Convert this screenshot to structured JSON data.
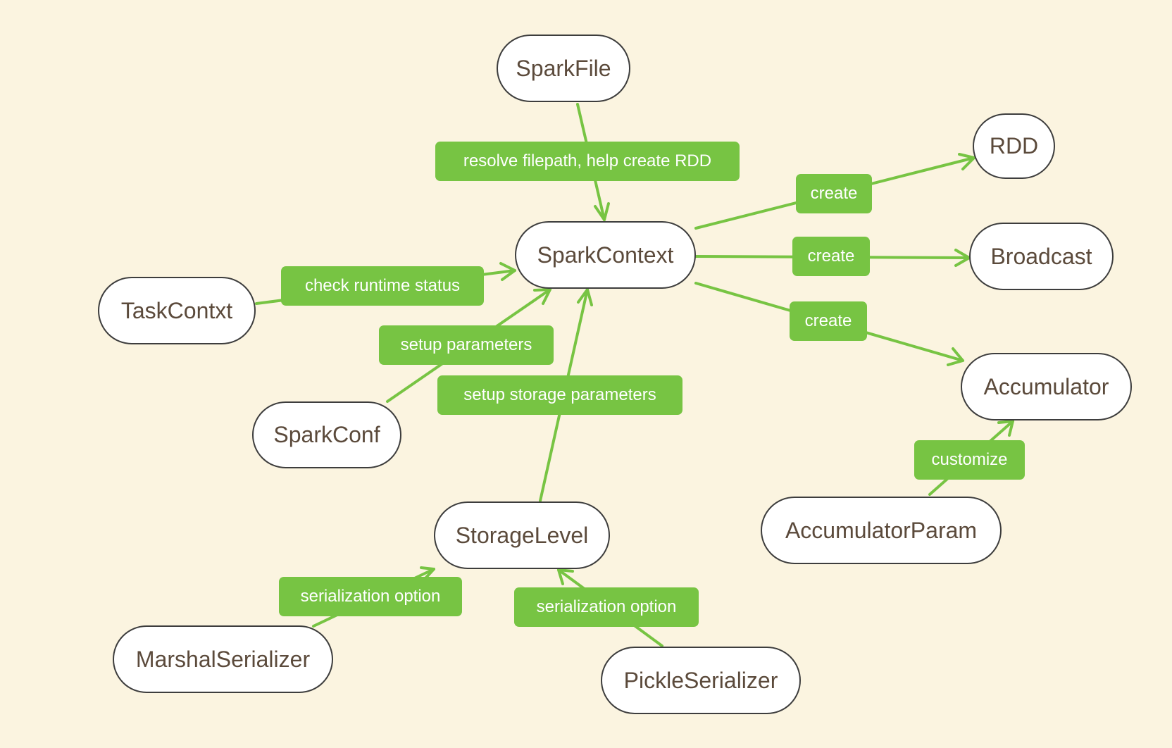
{
  "colors": {
    "background": "#fbf4e0",
    "edge": "#77c443",
    "label_fill": "#77c443",
    "label_text": "#ffffff",
    "node_fill": "#ffffff",
    "node_border": "#3d3d3d",
    "node_text": "#5b4a3b"
  },
  "nodes": {
    "sparkfile": "SparkFile",
    "sparkcontext": "SparkContext",
    "rdd": "RDD",
    "broadcast": "Broadcast",
    "accumulator": "Accumulator",
    "accumulatorparam": "AccumulatorParam",
    "taskcontxt": "TaskContxt",
    "sparkconf": "SparkConf",
    "storagelevel": "StorageLevel",
    "marshalserializer": "MarshalSerializer",
    "pickleserializer": "PickleSerializer"
  },
  "edge_labels": {
    "sparkfile_to_sparkcontext": "resolve filepath, help create RDD",
    "sparkcontext_to_rdd": "create",
    "sparkcontext_to_broadcast": "create",
    "sparkcontext_to_accumulator": "create",
    "taskcontxt_to_sparkcontext": "check runtime status",
    "sparkconf_to_sparkcontext": "setup parameters",
    "storagelevel_to_sparkcontext": "setup storage parameters",
    "accumulatorparam_to_accumulator": "customize",
    "marshalserializer_to_storagelevel": "serialization option",
    "pickleserializer_to_storagelevel": "serialization option"
  }
}
